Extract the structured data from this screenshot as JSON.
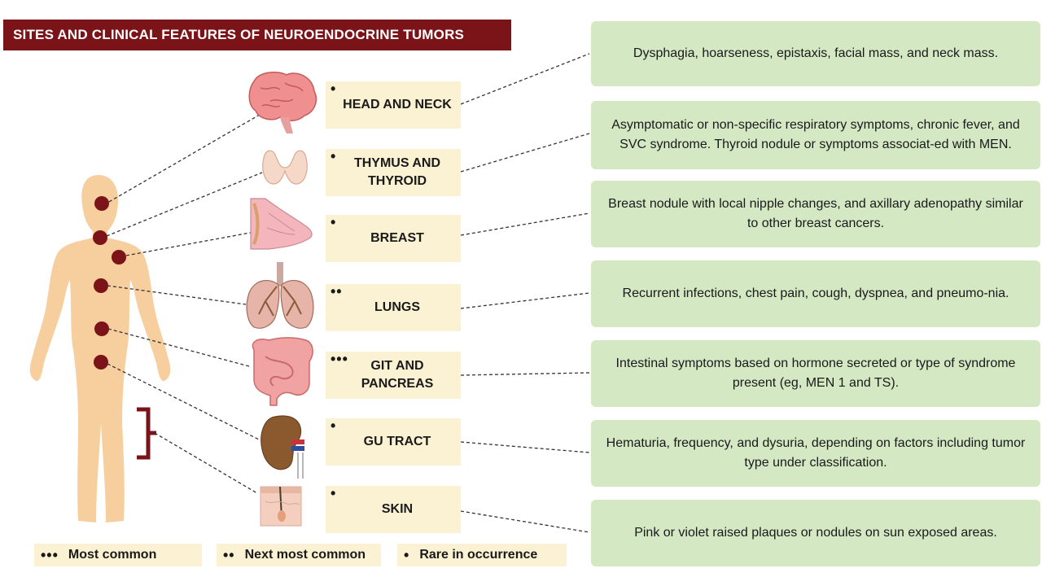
{
  "title": "SITES AND CLINICAL FEATURES OF NEUROENDOCRINE TUMORS",
  "sites": [
    {
      "dots": "•",
      "label": "HEAD AND NECK",
      "icon": "brain-icon"
    },
    {
      "dots": "•",
      "label": "THYMUS AND THYROID",
      "icon": "thyroid-icon"
    },
    {
      "dots": "•",
      "label": "BREAST",
      "icon": "breast-icon"
    },
    {
      "dots": "••",
      "label": "LUNGS",
      "icon": "lungs-icon"
    },
    {
      "dots": "•••",
      "label": "GIT AND PANCREAS",
      "icon": "intestine-icon"
    },
    {
      "dots": "•",
      "label": "GU TRACT",
      "icon": "kidney-icon"
    },
    {
      "dots": "•",
      "label": "SKIN",
      "icon": "skin-icon"
    }
  ],
  "features": [
    "Dysphagia, hoarseness, epistaxis, facial mass, and neck mass.",
    "Asymptomatic or non-specific respiratory symptoms, chronic fever, and SVC syndrome. Thyroid nodule or symptoms associat-ed with MEN.",
    "Breast nodule with local nipple changes, and axillary adenopathy similar to other breast cancers.",
    "Recurrent infections, chest pain, cough, dyspnea, and pneumo-nia.",
    "Intestinal symptoms based on hormone secreted or type of syndrome present (eg, MEN 1 and TS).",
    "Hematuria, frequency, and dysuria, depending on factors including tumor type under classification.",
    "Pink or violet raised plaques or nodules on sun exposed areas."
  ],
  "legend": [
    {
      "dots": "•••",
      "label": "Most common"
    },
    {
      "dots": "••",
      "label": "Next most common"
    },
    {
      "dots": "•",
      "label": "Rare in occurrence"
    }
  ],
  "colors": {
    "title_bg": "#7a1418",
    "site_bg": "#fbf1d3",
    "feature_bg": "#d4e8c4",
    "body_skin": "#f7cf9f",
    "marker": "#7a1418"
  }
}
